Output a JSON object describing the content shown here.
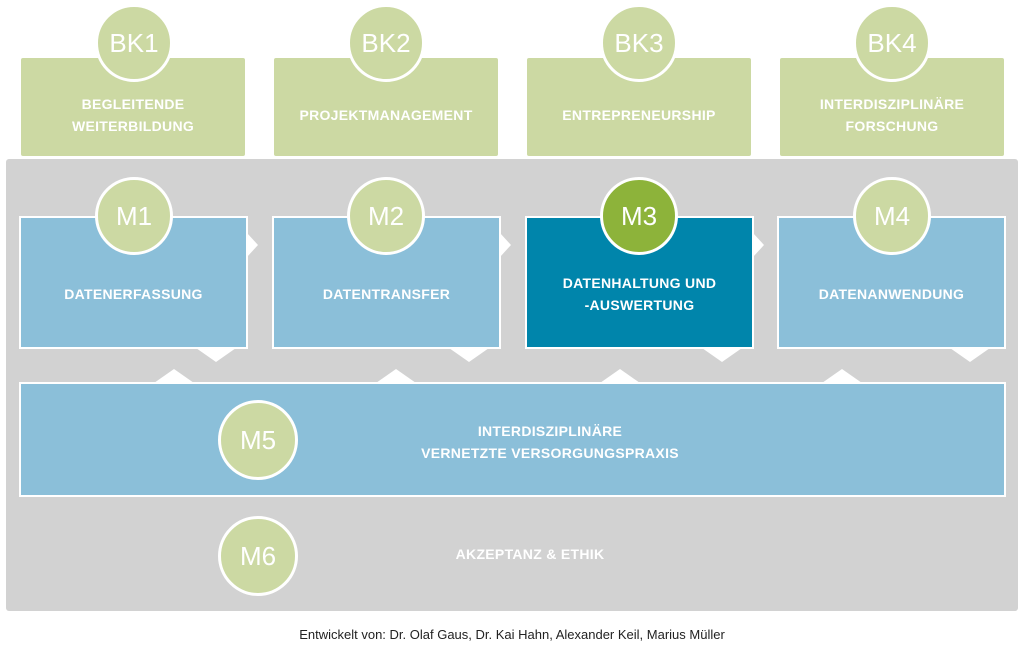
{
  "bk": [
    {
      "code": "BK1",
      "label": "BEGLEITENDE\nWEITERBILDUNG"
    },
    {
      "code": "BK2",
      "label": "PROJEKTMANAGEMENT"
    },
    {
      "code": "BK3",
      "label": "ENTREPRENEURSHIP"
    },
    {
      "code": "BK4",
      "label": "INTERDISZIPLINÄRE\nFORSCHUNG"
    }
  ],
  "modules": [
    {
      "code": "M1",
      "label": "DATENERFASSUNG"
    },
    {
      "code": "M2",
      "label": "DATENTRANSFER"
    },
    {
      "code": "M3",
      "label": "DATENHALTUNG UND\n-AUSWERTUNG"
    },
    {
      "code": "M4",
      "label": "DATENANWENDUNG"
    }
  ],
  "m5": {
    "code": "M5",
    "label": "INTERDISZIPLINÄRE\nVERNETZTE VERSORGUNGSPRAXIS"
  },
  "m6": {
    "code": "M6",
    "label": "AKZEPTANZ & ETHIK"
  },
  "credit": "Entwickelt von: Dr. Olaf Gaus, Dr. Kai Hahn, Alexander Keil, Marius Müller",
  "colors": {
    "green_light": "#ccd9a3",
    "green_active": "#8db33a",
    "blue_light": "#8bbfd9",
    "blue_active": "#0085ab",
    "panel_gray": "#d2d2d2"
  }
}
